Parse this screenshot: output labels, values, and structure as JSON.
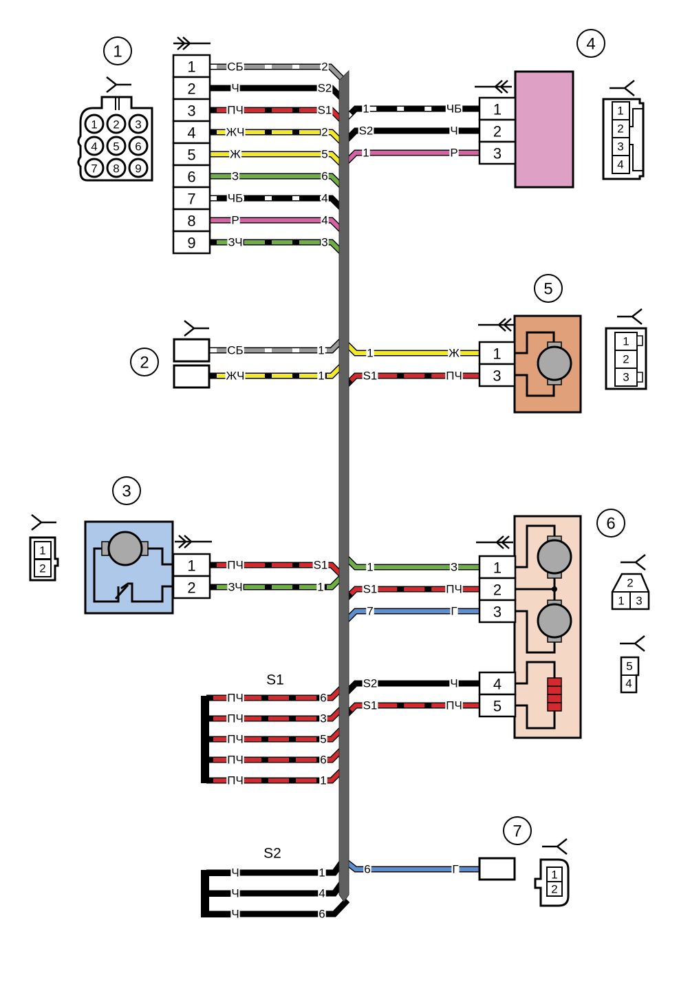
{
  "colors": {
    "СБ": [
      "#999999",
      "#ffffff"
    ],
    "Ч": [
      "#000000",
      null
    ],
    "ПЧ": [
      "#d42a2f",
      "#000000"
    ],
    "ЖЧ": [
      "#f3e92a",
      "#000000"
    ],
    "Ж": [
      "#f3e92a",
      null
    ],
    "З": [
      "#6fad45",
      null
    ],
    "ЧБ": [
      "#000000",
      "#ffffff"
    ],
    "Р": [
      "#d462a5",
      null
    ],
    "ЗЧ": [
      "#6fad45",
      "#000000"
    ],
    "Г": [
      "#5b8fcf",
      null
    ],
    "bundle": "#606060",
    "comp3_fill": "#adc8e8",
    "comp4_fill": "#dfa0c6",
    "comp5_fill": "#e0a07a",
    "comp6_fill": "#f5d7c5",
    "motor_fill": "#a9a9a9",
    "resistor_fill": "#d42a2f"
  },
  "components": [
    {
      "id": "1",
      "label": "1"
    },
    {
      "id": "2",
      "label": "2"
    },
    {
      "id": "3",
      "label": "3"
    },
    {
      "id": "4",
      "label": "4"
    },
    {
      "id": "5",
      "label": "5"
    },
    {
      "id": "6",
      "label": "6"
    },
    {
      "id": "7",
      "label": "7"
    }
  ],
  "connector1": {
    "face_pins": [
      "1",
      "2",
      "3",
      "4",
      "5",
      "6",
      "7",
      "8",
      "9"
    ],
    "wires": [
      {
        "pin": "1",
        "color": "СБ",
        "dest": "2"
      },
      {
        "pin": "2",
        "color": "Ч",
        "dest": "S2"
      },
      {
        "pin": "3",
        "color": "ПЧ",
        "dest": "S1"
      },
      {
        "pin": "4",
        "color": "ЖЧ",
        "dest": "2"
      },
      {
        "pin": "5",
        "color": "Ж",
        "dest": "5"
      },
      {
        "pin": "6",
        "color": "З",
        "dest": "6"
      },
      {
        "pin": "7",
        "color": "ЧБ",
        "dest": "4"
      },
      {
        "pin": "8",
        "color": "Р",
        "dest": "4"
      },
      {
        "pin": "9",
        "color": "ЗЧ",
        "dest": "3"
      }
    ]
  },
  "connector2": {
    "wires": [
      {
        "color": "СБ",
        "dest": "1"
      },
      {
        "color": "ЖЧ",
        "dest": "1"
      }
    ]
  },
  "connector3": {
    "face_pins": [
      "1",
      "2"
    ],
    "wires": [
      {
        "pin": "1",
        "color": "ПЧ",
        "dest": "S1"
      },
      {
        "pin": "2",
        "color": "ЗЧ",
        "dest": "1"
      }
    ]
  },
  "connector4": {
    "face_pins": [
      "1",
      "2",
      "3",
      "4"
    ],
    "wires": [
      {
        "pin": "1",
        "color": "ЧБ",
        "src": "1"
      },
      {
        "pin": "2",
        "color": "Ч",
        "src": "S2"
      },
      {
        "pin": "3",
        "color": "Р",
        "src": "1"
      }
    ]
  },
  "connector5": {
    "face_pins": [
      "1",
      "2",
      "3"
    ],
    "wires": [
      {
        "pin": "1",
        "color": "Ж",
        "src": "1"
      },
      {
        "pin": "3",
        "color": "ПЧ",
        "src": "S1"
      }
    ]
  },
  "connector6": {
    "face_pins_a": [
      "2",
      "1",
      "3"
    ],
    "face_pins_b": [
      "5",
      "4"
    ],
    "wires": [
      {
        "pin": "1",
        "color": "З",
        "src": "1"
      },
      {
        "pin": "2",
        "color": "ПЧ",
        "src": "S1"
      },
      {
        "pin": "3",
        "color": "Г",
        "src": "7"
      },
      {
        "pin": "4",
        "color": "Ч",
        "src": "S2"
      },
      {
        "pin": "5",
        "color": "ПЧ",
        "src": "S1"
      }
    ]
  },
  "connector7": {
    "face_pins": [
      "1",
      "2"
    ],
    "wires": [
      {
        "color": "Г",
        "src": "6"
      }
    ]
  },
  "splice_s1": {
    "title": "S1",
    "wires": [
      {
        "color": "ПЧ",
        "dest": "6"
      },
      {
        "color": "ПЧ",
        "dest": "3"
      },
      {
        "color": "ПЧ",
        "dest": "5"
      },
      {
        "color": "ПЧ",
        "dest": "6"
      },
      {
        "color": "ПЧ",
        "dest": "1"
      }
    ]
  },
  "splice_s2": {
    "title": "S2",
    "wires": [
      {
        "color": "Ч",
        "dest": "1"
      },
      {
        "color": "Ч",
        "dest": "4"
      },
      {
        "color": "Ч",
        "dest": "6"
      }
    ]
  }
}
